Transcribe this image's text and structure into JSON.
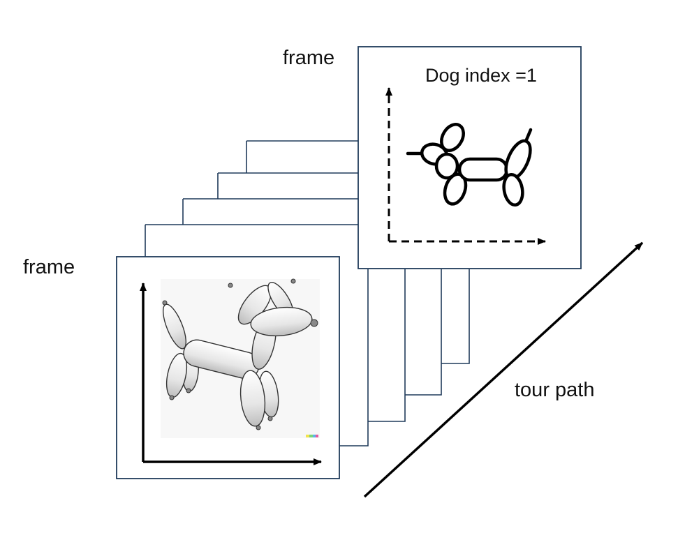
{
  "labels": {
    "frame_top": "frame",
    "frame_left": "frame",
    "dog_index": "Dog index =1",
    "tour_path": "tour path"
  },
  "colors": {
    "frame_border": "#1f3a5a",
    "ink": "#000000",
    "balloon_fill": "#eeeeee"
  },
  "diagram": {
    "stacked_frames": 6,
    "front_frame_axes": "solid",
    "back_frame_axes": "dashed",
    "icons": [
      "balloon-dog-photo",
      "balloon-dog-line-drawing"
    ]
  }
}
